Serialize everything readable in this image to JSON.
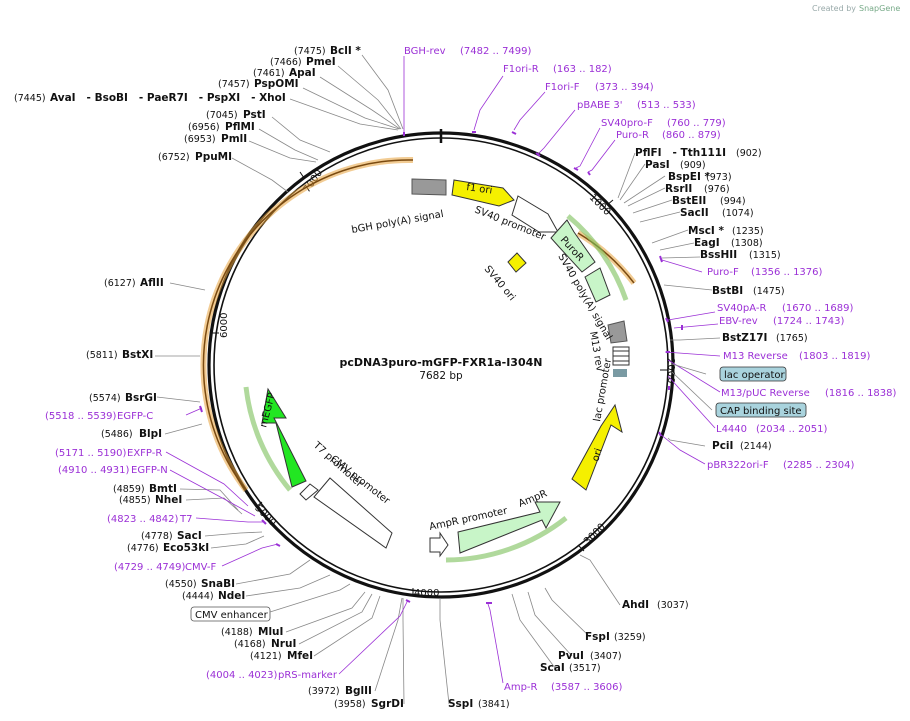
{
  "credit": {
    "text": "Created by",
    "brand": "SnapGene"
  },
  "plasmid": {
    "name": "pcDNA3puro-mGFP-FXR1a-I304N",
    "length_label": "7682 bp"
  },
  "ruler": [
    "1000",
    "2000",
    "3000",
    "4000",
    "5000",
    "6000",
    "7000"
  ],
  "features": {
    "f1_ori": "f1 ori",
    "sv40_promoter": "SV40 promoter",
    "puroR": "PuroR",
    "sv40_polyA": "SV40 poly(A) signal",
    "m13_rev": "M13 rev",
    "lac_promoter": "lac promoter",
    "ori": "ori",
    "ampR": "AmpR",
    "ampR_promoter": "AmpR promoter",
    "cmv_promoter": "CMV promoter",
    "t7_promoter": "T7 promoter",
    "megfp": "mEGFP",
    "bgh_polyA": "bGH poly(A) signal",
    "sv40_ori": "SV40 ori"
  },
  "enzymes": [
    {
      "pos": "(7475)",
      "name": "BclI *"
    },
    {
      "pos": "(7466)",
      "name": "PmeI"
    },
    {
      "pos": "(7461)",
      "name": "ApaI"
    },
    {
      "pos": "(7457)",
      "name": "PspOMI"
    },
    {
      "pos": "(7445)",
      "name": "AvaI   - BsoBI   - PaeR7I   - PspXI   - XhoI"
    },
    {
      "pos": "(7045)",
      "name": "PstI"
    },
    {
      "pos": "(6956)",
      "name": "PflMI"
    },
    {
      "pos": "(6953)",
      "name": "PmlI"
    },
    {
      "pos": "(6752)",
      "name": "PpuMI"
    },
    {
      "pos": "(6127)",
      "name": "AflII"
    },
    {
      "pos": "(5811)",
      "name": "BstXI"
    },
    {
      "pos": "(5574)",
      "name": "BsrGI"
    },
    {
      "pos": "(5486)",
      "name": "BlpI"
    },
    {
      "pos": "(4859)",
      "name": "BmtI"
    },
    {
      "pos": "(4855)",
      "name": "NheI"
    },
    {
      "pos": "(4778)",
      "name": "SacI"
    },
    {
      "pos": "(4776)",
      "name": "Eco53kI"
    },
    {
      "pos": "(4550)",
      "name": "SnaBI"
    },
    {
      "pos": "(4444)",
      "name": "NdeI"
    },
    {
      "pos": "(4188)",
      "name": "MluI"
    },
    {
      "pos": "(4168)",
      "name": "NruI"
    },
    {
      "pos": "(4121)",
      "name": "MfeI"
    },
    {
      "pos": "(3972)",
      "name": "BglII"
    },
    {
      "pos": "(3958)",
      "name": "SgrDI"
    },
    {
      "pos": "(3841)",
      "name": "SspI"
    },
    {
      "pos": "(3517)",
      "name": "ScaI"
    },
    {
      "pos": "(3407)",
      "name": "PvuI"
    },
    {
      "pos": "(3259)",
      "name": "FspI"
    },
    {
      "pos": "(3037)",
      "name": "AhdI"
    },
    {
      "pos": "(2144)",
      "name": "PciI"
    },
    {
      "pos": "(1765)",
      "name": "BstZ17I"
    },
    {
      "pos": "(1475)",
      "name": "BstBI"
    },
    {
      "pos": "(1315)",
      "name": "BssHII"
    },
    {
      "pos": "(1308)",
      "name": "EagI"
    },
    {
      "pos": "(1235)",
      "name": "MscI *"
    },
    {
      "pos": "(1074)",
      "name": "SacII"
    },
    {
      "pos": "(994)",
      "name": "BstEII"
    },
    {
      "pos": "(976)",
      "name": "RsrII"
    },
    {
      "pos": "(973)",
      "name": "BspEI *"
    },
    {
      "pos": "(909)",
      "name": "PasI"
    },
    {
      "pos": "(902)",
      "name": "PflFI   - Tth111I"
    }
  ],
  "primers": [
    {
      "name": "BGH-rev",
      "pos": "(7482 .. 7499)"
    },
    {
      "name": "F1ori-R",
      "pos": "(163 .. 182)"
    },
    {
      "name": "F1ori-F",
      "pos": "(373 .. 394)"
    },
    {
      "name": "pBABE 3'",
      "pos": "(513 .. 533)"
    },
    {
      "name": "SV40pro-F",
      "pos": "(760 .. 779)"
    },
    {
      "name": "Puro-R",
      "pos": "(860 .. 879)"
    },
    {
      "name": "Puro-F",
      "pos": "(1356 .. 1376)"
    },
    {
      "name": "SV40pA-R",
      "pos": "(1670 .. 1689)"
    },
    {
      "name": "EBV-rev",
      "pos": "(1724 .. 1743)"
    },
    {
      "name": "M13 Reverse",
      "pos": "(1803 .. 1819)"
    },
    {
      "name": "M13/pUC Reverse",
      "pos": "(1816 .. 1838)"
    },
    {
      "name": "L4440",
      "pos": "(2034 .. 2051)"
    },
    {
      "name": "pBR322ori-F",
      "pos": "(2285 .. 2304)"
    },
    {
      "name": "Amp-R",
      "pos": "(3587 .. 3606)"
    },
    {
      "name": "pRS-marker",
      "pos": "(4004 .. 4023)"
    },
    {
      "name": "CMV-F",
      "pos": "(4729 .. 4749)"
    },
    {
      "name": "T7",
      "pos": "(4823 .. 4842)"
    },
    {
      "name": "EGFP-N",
      "pos": "(4910 .. 4931)"
    },
    {
      "name": "EXFP-R",
      "pos": "(5171 .. 5190)"
    },
    {
      "name": "EGFP-C",
      "pos": "(5518 .. 5539)"
    }
  ],
  "boxed": {
    "lac_operator": "lac operator",
    "cap_binding": "CAP binding site",
    "cmv_enhancer": "CMV enhancer"
  },
  "colors": {
    "backbone": "#111111",
    "primer": "#9b30d6",
    "orange": "#e8a23c",
    "yellow": "#f5f000",
    "green_light": "#c8f5c8",
    "green_bright": "#22e622",
    "gray_box": "#999999",
    "teal_box": "#a9d3dd"
  }
}
